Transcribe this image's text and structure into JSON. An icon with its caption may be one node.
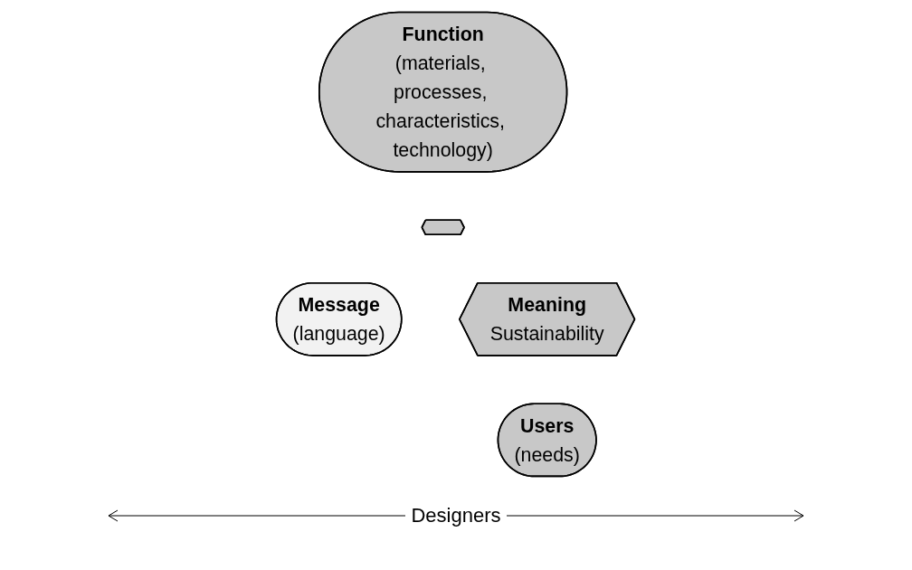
{
  "diagram": {
    "nodes": [
      {
        "text": [
          "Function",
          "(materials, processes, characteristics, technology)"
        ]
      },
      {
        "text": [],
        "shape": "hexagon"
      },
      {
        "text": [
          "Message",
          "(language)"
        ]
      },
      {
        "text": [
          "Meaning",
          "Sustainability"
        ]
      },
      {
        "text": [
          "Users",
          "(needs)"
        ]
      }
    ],
    "labels": [
      "Designers"
    ]
  }
}
